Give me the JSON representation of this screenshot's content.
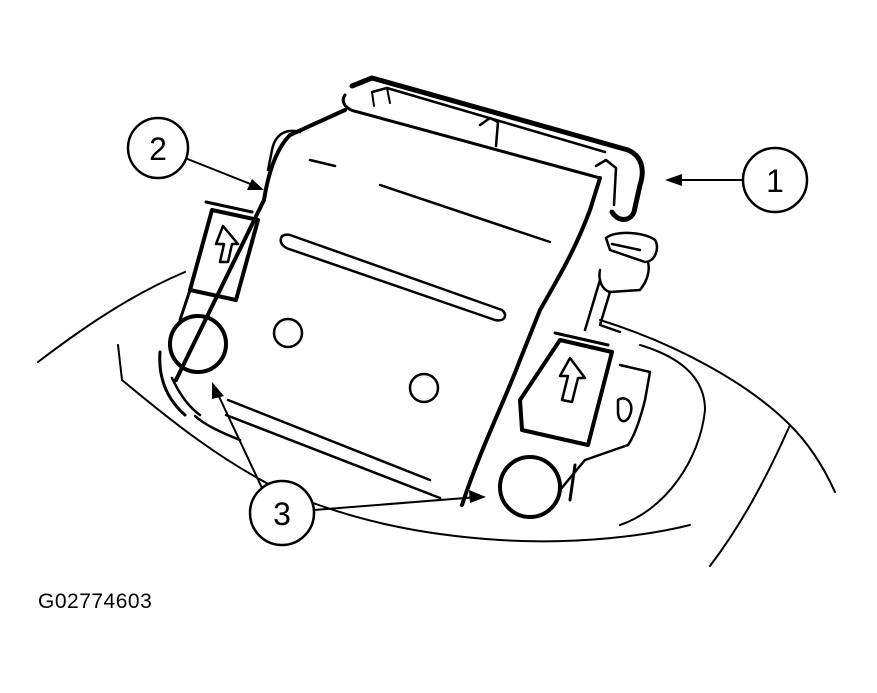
{
  "figure": {
    "id": "G02774603",
    "line_color": "#000000",
    "background": "#ffffff"
  },
  "callouts": [
    {
      "label": "1"
    },
    {
      "label": "2"
    },
    {
      "label": "3"
    }
  ]
}
